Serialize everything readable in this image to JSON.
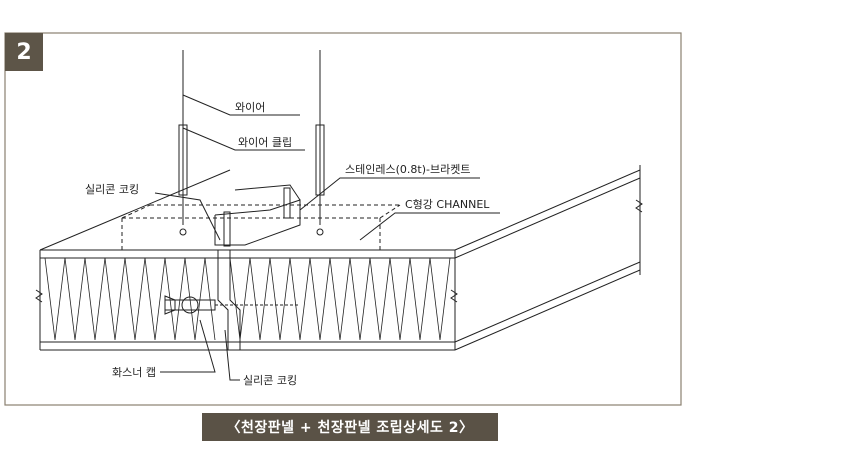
{
  "figure": {
    "number": "2",
    "caption": "〈천장판넬 + 천장판넬 조립상세도 2〉"
  },
  "labels": {
    "wire": "와이어",
    "wire_clip": "와이어 클립",
    "silicone_top": "실리콘 코킹",
    "bracket": "스테인레스(0.8t)-브라켓트",
    "channel": "C형강 CHANNEL",
    "washer_cap": "화스너 캡",
    "silicone_bottom": "실리콘 코킹"
  },
  "colors": {
    "badge": "#5d5548",
    "caption_bg": "#5a5246",
    "frame": "#8a8070",
    "line": "#222222"
  }
}
